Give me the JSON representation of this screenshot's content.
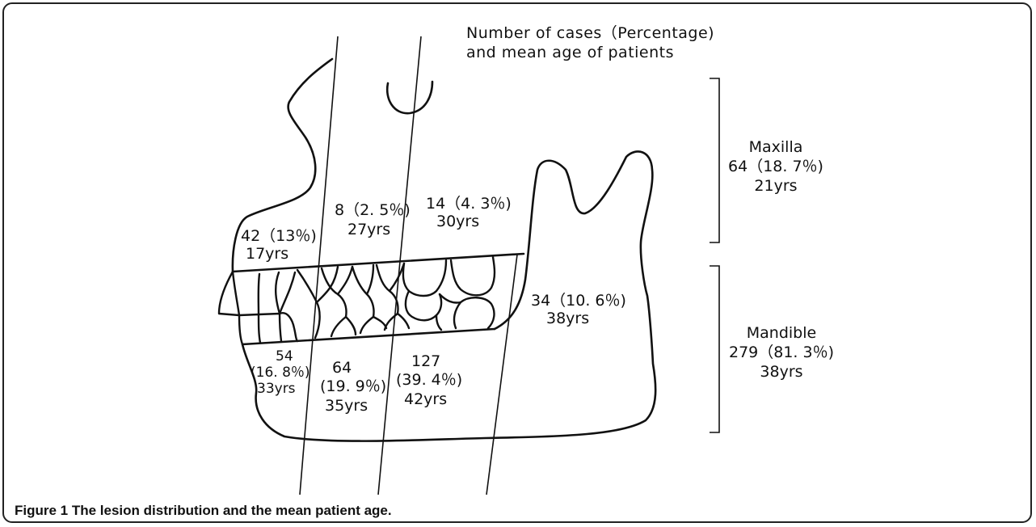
{
  "header": {
    "line1": "Number of cases（Percentage)",
    "line2": "and mean age of patients"
  },
  "regions": {
    "maxilla_anterior": {
      "count_pct": "42（13％)",
      "age": "17yrs"
    },
    "maxilla_premolar": {
      "count_pct": "8（2. 5％)",
      "age": "27yrs"
    },
    "maxilla_molar": {
      "count_pct": "14（4. 3％)",
      "age": "30yrs"
    },
    "ramus": {
      "count_pct": "34（10. 6％)",
      "age": "38yrs"
    },
    "mandible_anterior": {
      "count": "54",
      "pct": "(16. 8％)",
      "age": "33yrs"
    },
    "mandible_premolar": {
      "count": "64",
      "pct": "(19. 9％)",
      "age": "35yrs"
    },
    "mandible_molar": {
      "count": "127",
      "pct": "(39. 4％)",
      "age": "42yrs"
    }
  },
  "totals": {
    "maxilla": {
      "name": "Maxilla",
      "count_pct": "64（18. 7％)",
      "age": "21yrs"
    },
    "mandible": {
      "name": "Mandible",
      "count_pct": "279（81. 3％)",
      "age": "38yrs"
    }
  },
  "caption": "Figure 1 The lesion distribution and the mean patient age."
}
